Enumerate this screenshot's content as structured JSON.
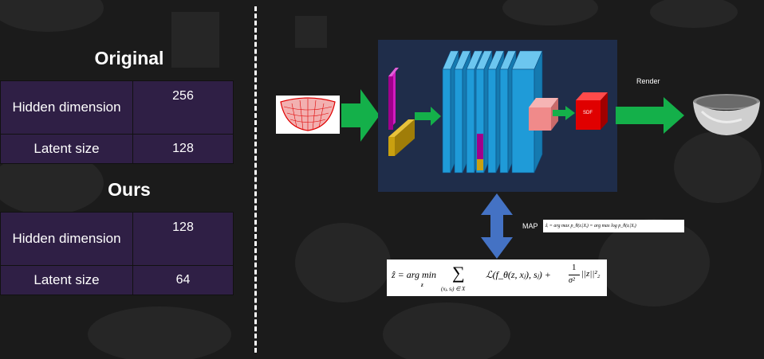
{
  "left_panel": {
    "original": {
      "heading": "Original",
      "rows": [
        {
          "label": "Hidden dimension",
          "value": "256"
        },
        {
          "label": "Latent size",
          "value": "128"
        }
      ]
    },
    "ours": {
      "heading": "Ours",
      "rows": [
        {
          "label": "Hidden dimension",
          "value": "128"
        },
        {
          "label": "Latent size",
          "value": "64"
        }
      ]
    }
  },
  "diagram": {
    "render_label": "Render",
    "sdf_label": "SDF",
    "map_label": "MAP",
    "map_formula": "ẑᵢ = arg max p_θ(zᵢ|Xᵢ) = arg max log p_θ(zᵢ|Xᵢ)",
    "main_formula": {
      "lhs": "ẑ = arg min",
      "under_min": "z",
      "sum_under": "(xⱼ, sⱼ) ∈ X",
      "term": "ℒ(f_θ(z, xⱼ), sⱼ) +",
      "frac_num": "1",
      "frac_den": "σ²",
      "reg": "||z||²₂"
    }
  },
  "colors": {
    "background": "#1b1b1b",
    "table_fill": "#2f1f45",
    "network_panel": "#1f2d4a",
    "layer_blue": "#1f9bd8",
    "latent_magenta": "#a0008c",
    "latent_gold": "#c9a010",
    "arrow_green": "#14b04a",
    "arrow_blue": "#4472c4",
    "sdf_red": "#e00000",
    "pink_block": "#f08a8a"
  }
}
